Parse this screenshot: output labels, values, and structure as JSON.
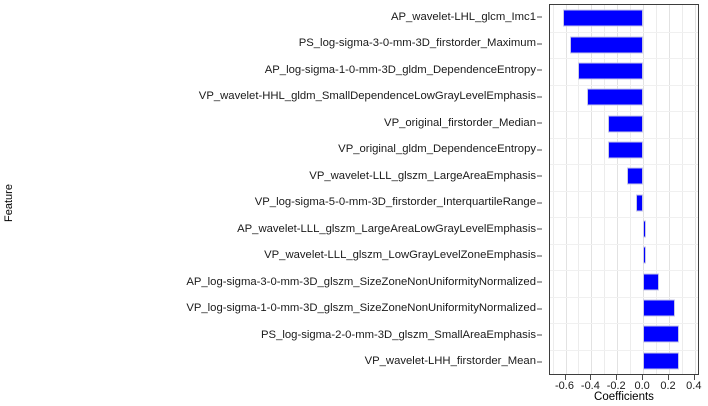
{
  "chart_data": {
    "type": "bar",
    "orientation": "horizontal",
    "title": "",
    "xlabel": "Coefficients",
    "ylabel": "Feature",
    "xlim": [
      -0.72,
      0.44
    ],
    "xticks": [
      -0.6,
      -0.4,
      -0.2,
      0.0,
      0.2,
      0.4
    ],
    "xtick_labels": [
      "-0.6",
      "-0.4",
      "-0.2",
      "0.0",
      "0.2",
      "0.4"
    ],
    "grid": true,
    "legend": null,
    "bar_color": "#0000FF",
    "bar_border_color": "#C7C7E8",
    "categories": [
      "AP_wavelet-LHL_glcm_Imc1",
      "PS_log-sigma-3-0-mm-3D_firstorder_Maximum",
      "AP_log-sigma-1-0-mm-3D_gldm_DependenceEntropy",
      "VP_wavelet-HHL_gldm_SmallDependenceLowGrayLevelEmphasis",
      "VP_original_firstorder_Median",
      "VP_original_gldm_DependenceEntropy",
      "VP_wavelet-LLL_glszm_LargeAreaEmphasis",
      "VP_log-sigma-5-0-mm-3D_firstorder_InterquartileRange",
      "AP_wavelet-LLL_glszm_LargeAreaLowGrayLevelEmphasis",
      "VP_wavelet-LLL_glszm_LowGrayLevelZoneEmphasis",
      "AP_log-sigma-3-0-mm-3D_glszm_SizeZoneNonUniformityNormalized",
      "VP_log-sigma-1-0-mm-3D_glszm_SizeZoneNonUniformityNormalized",
      "PS_log-sigma-2-0-mm-3D_glszm_SmallAreaEmphasis",
      "VP_wavelet-LHH_firstorder_Mean"
    ],
    "values": [
      -0.62,
      -0.565,
      -0.5,
      -0.435,
      -0.27,
      -0.27,
      -0.125,
      -0.055,
      0.012,
      0.022,
      0.125,
      0.245,
      0.275,
      0.275
    ]
  }
}
